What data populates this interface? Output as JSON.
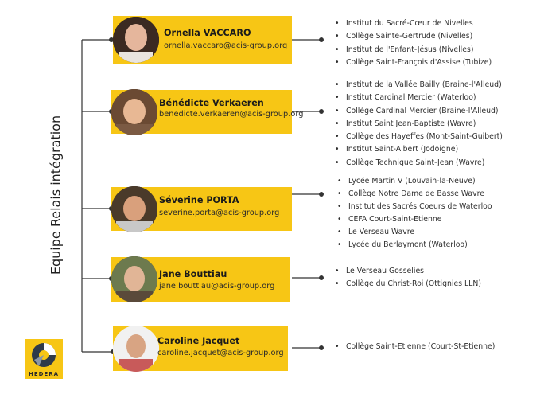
{
  "title": "Equipe Relais intégration",
  "logo_text": "HEDERA",
  "members": [
    {
      "name": "Ornella VACCARO",
      "email": "ornella.vaccaro@acis-group.org",
      "schools": [
        "Institut du Sacré-Cœur de Nivelles",
        "Collège Sainte-Gertrude (Nivelles)",
        "Institut de l'Enfant-Jésus (Nivelles)",
        "Collège Saint-François d'Assise (Tubize)"
      ]
    },
    {
      "name": "Bénédicte Verkaeren",
      "email": "benedicte.verkaeren@acis-group.org",
      "schools": [
        "Institut de la Vallée Bailly (Braine-l'Alleud)",
        "Institut Cardinal Mercier (Waterloo)",
        "Collège Cardinal Mercier (Braine-l'Alleud)",
        "Institut Saint Jean-Baptiste (Wavre)",
        "Collège des Hayeffes (Mont-Saint-Guibert)",
        "Institut Saint-Albert (Jodoigne)",
        "Collège Technique Saint-Jean (Wavre)"
      ]
    },
    {
      "name": "Séverine PORTA",
      "email": "severine.porta@acis-group.org",
      "schools": [
        "Lycée Martin V (Louvain-la-Neuve)",
        "Collège Notre Dame de Basse Wavre",
        "Institut des Sacrés Coeurs de Waterloo",
        "CEFA Court-Saint-Etienne",
        "Le Verseau Wavre",
        "Lycée du Berlaymont (Waterloo)"
      ]
    },
    {
      "name": "Jane Bouttiau",
      "email": "jane.bouttiau@acis-group.org",
      "schools": [
        "Le Verseau Gosselies",
        "Collège du Christ-Roi (Ottignies LLN)"
      ]
    },
    {
      "name": "Caroline Jacquet",
      "email": "caroline.jacquet@acis-group.org",
      "schools": [
        "Collège Saint-Etienne (Court-St-Etienne)"
      ]
    }
  ],
  "colors": {
    "accent": "#f7c615",
    "line": "#333333"
  }
}
